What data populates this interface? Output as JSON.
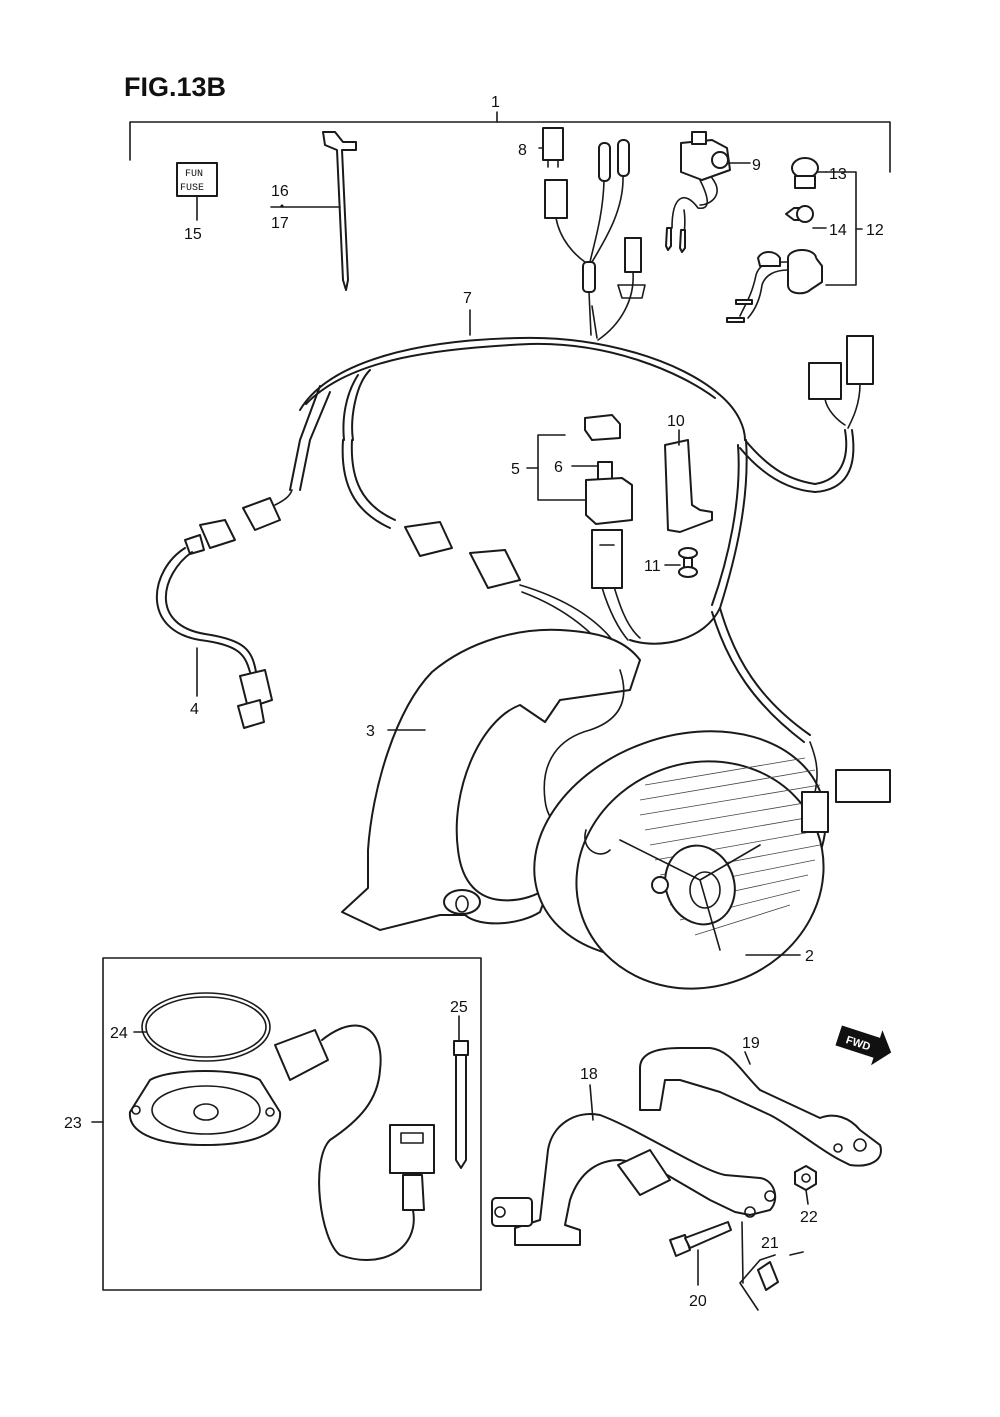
{
  "figure": {
    "title": "FIG.13B"
  },
  "callouts": {
    "c1": "1",
    "c2": "2",
    "c3": "3",
    "c4": "4",
    "c5": "5",
    "c6": "6",
    "c7": "7",
    "c8": "8",
    "c9": "9",
    "c10": "10",
    "c11": "11",
    "c12": "12",
    "c13": "13",
    "c14": "14",
    "c15": "15",
    "c16": "16",
    "c17": "17",
    "c18": "18",
    "c19": "19",
    "c20": "20",
    "c21": "21",
    "c22": "22",
    "c23": "23",
    "c24": "24",
    "c25": "25"
  },
  "fuse_card": {
    "line1": "FUN",
    "line2": "FUSE"
  },
  "fwd_badge": {
    "text": "FWD"
  }
}
